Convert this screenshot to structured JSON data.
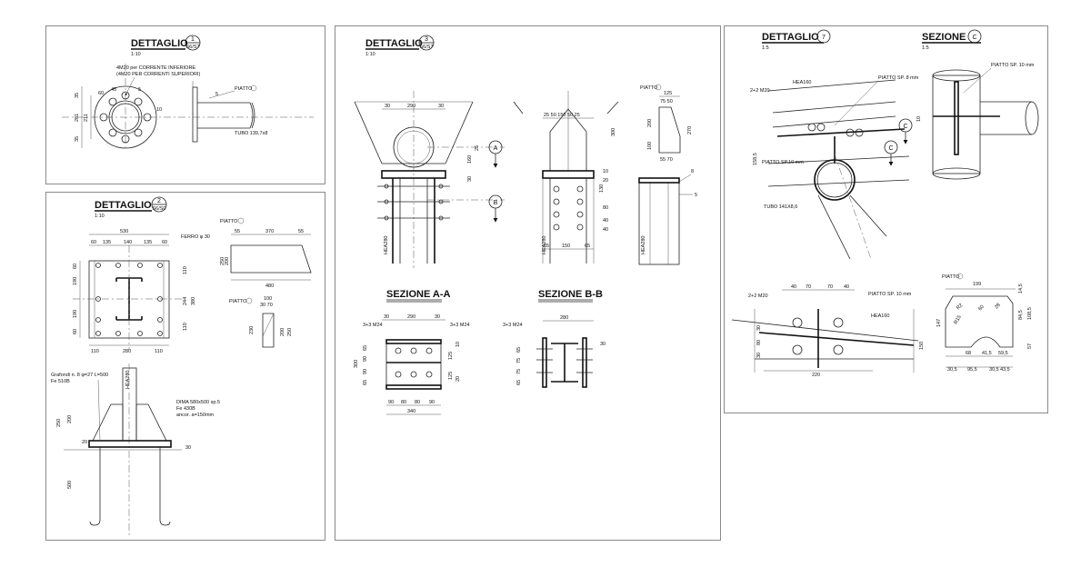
{
  "detail1": {
    "title": "DETTAGLIO",
    "num": "1",
    "scale": "1:10",
    "ref": "S6/S7",
    "labels": {
      "bolts": "4M20 per CORRENTE INFERIORE",
      "bolts2": "(4M20 PER CORRENTI SUPERIORI)",
      "tubo": "TUBO 139,7x8",
      "piatto": "PIATTO",
      "d281": "281",
      "d211": "211",
      "d35a": "35",
      "d35b": "35",
      "d60": "60",
      "d45": "45",
      "d5": "5",
      "d10": "10",
      "weld": "5"
    }
  },
  "detail2": {
    "title": "DETTAGLIO",
    "num": "2",
    "scale": "1:10",
    "ref": "S6/S0",
    "labels": {
      "d530": "530",
      "d60a": "60",
      "d135a": "135",
      "d140": "140",
      "d135b": "135",
      "d60b": "60",
      "d110a": "110",
      "d280": "280",
      "d110b": "110",
      "d190a": "190",
      "d190b": "190",
      "d60c": "60",
      "d60d": "60",
      "d244": "244",
      "d380": "380",
      "d110c": "110",
      "d110d": "110",
      "ferro": "FERRO φ 30",
      "piatto1": "PIATTO",
      "piatto2": "PIATTO",
      "d55a": "55",
      "d370": "370",
      "d55b": "55",
      "d480": "480",
      "d250": "250",
      "d200": "200",
      "d100": "100",
      "d3070": "30 70",
      "d230": "230",
      "d200b": "200",
      "d250b": "250",
      "stud": "Grafondi n. 8 φ=27 L=500",
      "fe510": "Fe 510B",
      "dima": "DIMA 580x500 sp.5",
      "fe430": "Fe 430B",
      "anchor": "ancor. a=150mm",
      "d250c": "250",
      "d200c": "200",
      "d500": "500",
      "d30": "30",
      "d20": "20",
      "hea": "HEA280"
    }
  },
  "detail3": {
    "title": "DETTAGLIO",
    "num": "3",
    "scale": "1:10",
    "ref": "S6/S7",
    "labels": {
      "d290": "290",
      "d30a": "30",
      "d30b": "30",
      "d1ten": "160",
      "d25": "25",
      "d30c": "30",
      "d255": "25 50 150 50 25",
      "d300": "300",
      "d65a": "65",
      "d150": "150",
      "d65b": "65",
      "d130": "130",
      "d80": "80",
      "d40a": "40",
      "d40b": "40",
      "d20": "20",
      "d10": "10",
      "piatto": "PIATTO",
      "d125": "125",
      "d7550": "75 50",
      "d200": "200",
      "d270": "270",
      "d100": "100",
      "d5570": "55 70",
      "d8": "8",
      "d5": "5",
      "hea1": "HEA280",
      "hea2": "HEA280",
      "hea3": "HEA280",
      "secA": "SEZIONE A-A",
      "secB": "SEZIONE B-B",
      "m24a": "3+3 M24",
      "m24b": "3+3 M24",
      "m24c": "3+3 M24",
      "sA290": "290",
      "sA30a": "30",
      "sA30b": "30",
      "sA300": "300",
      "sA65a": "65",
      "sA90a": "90",
      "sA90b": "90",
      "sA65b": "65",
      "sA90c": "90",
      "sA80a": "80",
      "sA80b": "80",
      "sA90d": "90",
      "sA340": "340",
      "sA125a": "125",
      "sA125b": "125",
      "sA10": "10",
      "sA20": "20",
      "sB280": "280",
      "sB65a": "65",
      "sB75a": "75",
      "sB75b": "75",
      "sB65b": "65",
      "sB30": "30"
    }
  },
  "detail7": {
    "title": "DETTAGLIO",
    "num": "7",
    "scale": "1:5",
    "sezTitle": "SEZIONE",
    "sezNum": "C",
    "sezScale": "1:5",
    "labels": {
      "m20": "2+2 M20",
      "hea160": "HEA160",
      "piatto8": "PIATTO SP. 8 mm",
      "piatto10a": "PIATTO SP.10 mm",
      "piatto10b": "PIATTO SP. 10 mm",
      "tubo": "TUBO 141X8,6",
      "d1585": "158,5",
      "d10": "10",
      "m20b": "2+2 M20",
      "piatto10c": "PIATTO SP. 10 mm",
      "hea160b": "HEA160",
      "d40a": "40",
      "d70a": "70",
      "d70b": "70",
      "d40b": "40",
      "d30a": "30",
      "d80": "80",
      "d30b": "30",
      "d220": "220",
      "d150": "150",
      "piatto": "PIATTO",
      "d199": "199",
      "d145": "14,5",
      "d147": "147",
      "d845": "84,5",
      "d1085": "108,5",
      "d57": "57",
      "d68": "68",
      "d415": "41,5",
      "d595": "59,5",
      "d305": "30,5",
      "d955": "95,5",
      "d435": "43,5",
      "d305b": "30,5",
      "r15": "R15",
      "r2": "R2",
      "d60": "60",
      "d28": "28"
    }
  }
}
